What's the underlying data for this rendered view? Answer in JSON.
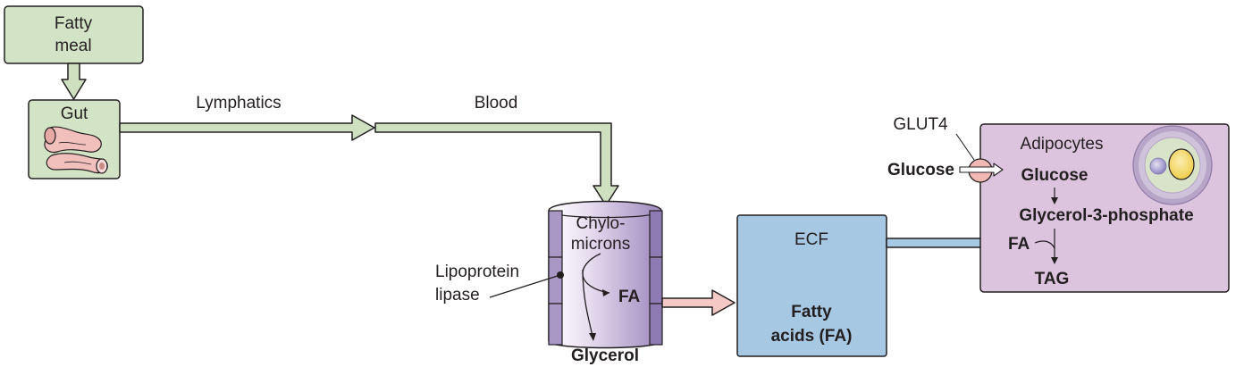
{
  "nodes": {
    "fatty_meal": {
      "line1": "Fatty",
      "line2": "meal"
    },
    "gut": {
      "label": "Gut"
    },
    "ecf": {
      "title": "ECF",
      "line1": "Fatty",
      "line2": "acids (FA)"
    },
    "adipocytes": {
      "title": "Adipocytes",
      "glucose": "Glucose",
      "g3p": "Glycerol-3-phosphate",
      "fa": "FA",
      "tag": "TAG"
    },
    "capillary": {
      "chylo1": "Chylo-",
      "chylo2": "microns",
      "fa": "FA",
      "glycerol": "Glycerol"
    }
  },
  "labels": {
    "lymphatics": "Lymphatics",
    "blood": "Blood",
    "lipoprotein1": "Lipoprotein",
    "lipoprotein2": "lipase",
    "glut4": "GLUT4",
    "glucose_outside": "Glucose"
  },
  "colors": {
    "box_green": "#d3e3c6",
    "arrow_green": "#cfe0c1",
    "ecf_blue": "#a7c8e3",
    "adipocyte_purple": "#dcc3de",
    "capillary_purple": "#b3a1cb",
    "intestine_pink": "#f1c0bd",
    "arrow_pink": "#f4c8c4",
    "arrow_blue": "#a7c8e3",
    "fat_yellow": "#f6df7a"
  }
}
